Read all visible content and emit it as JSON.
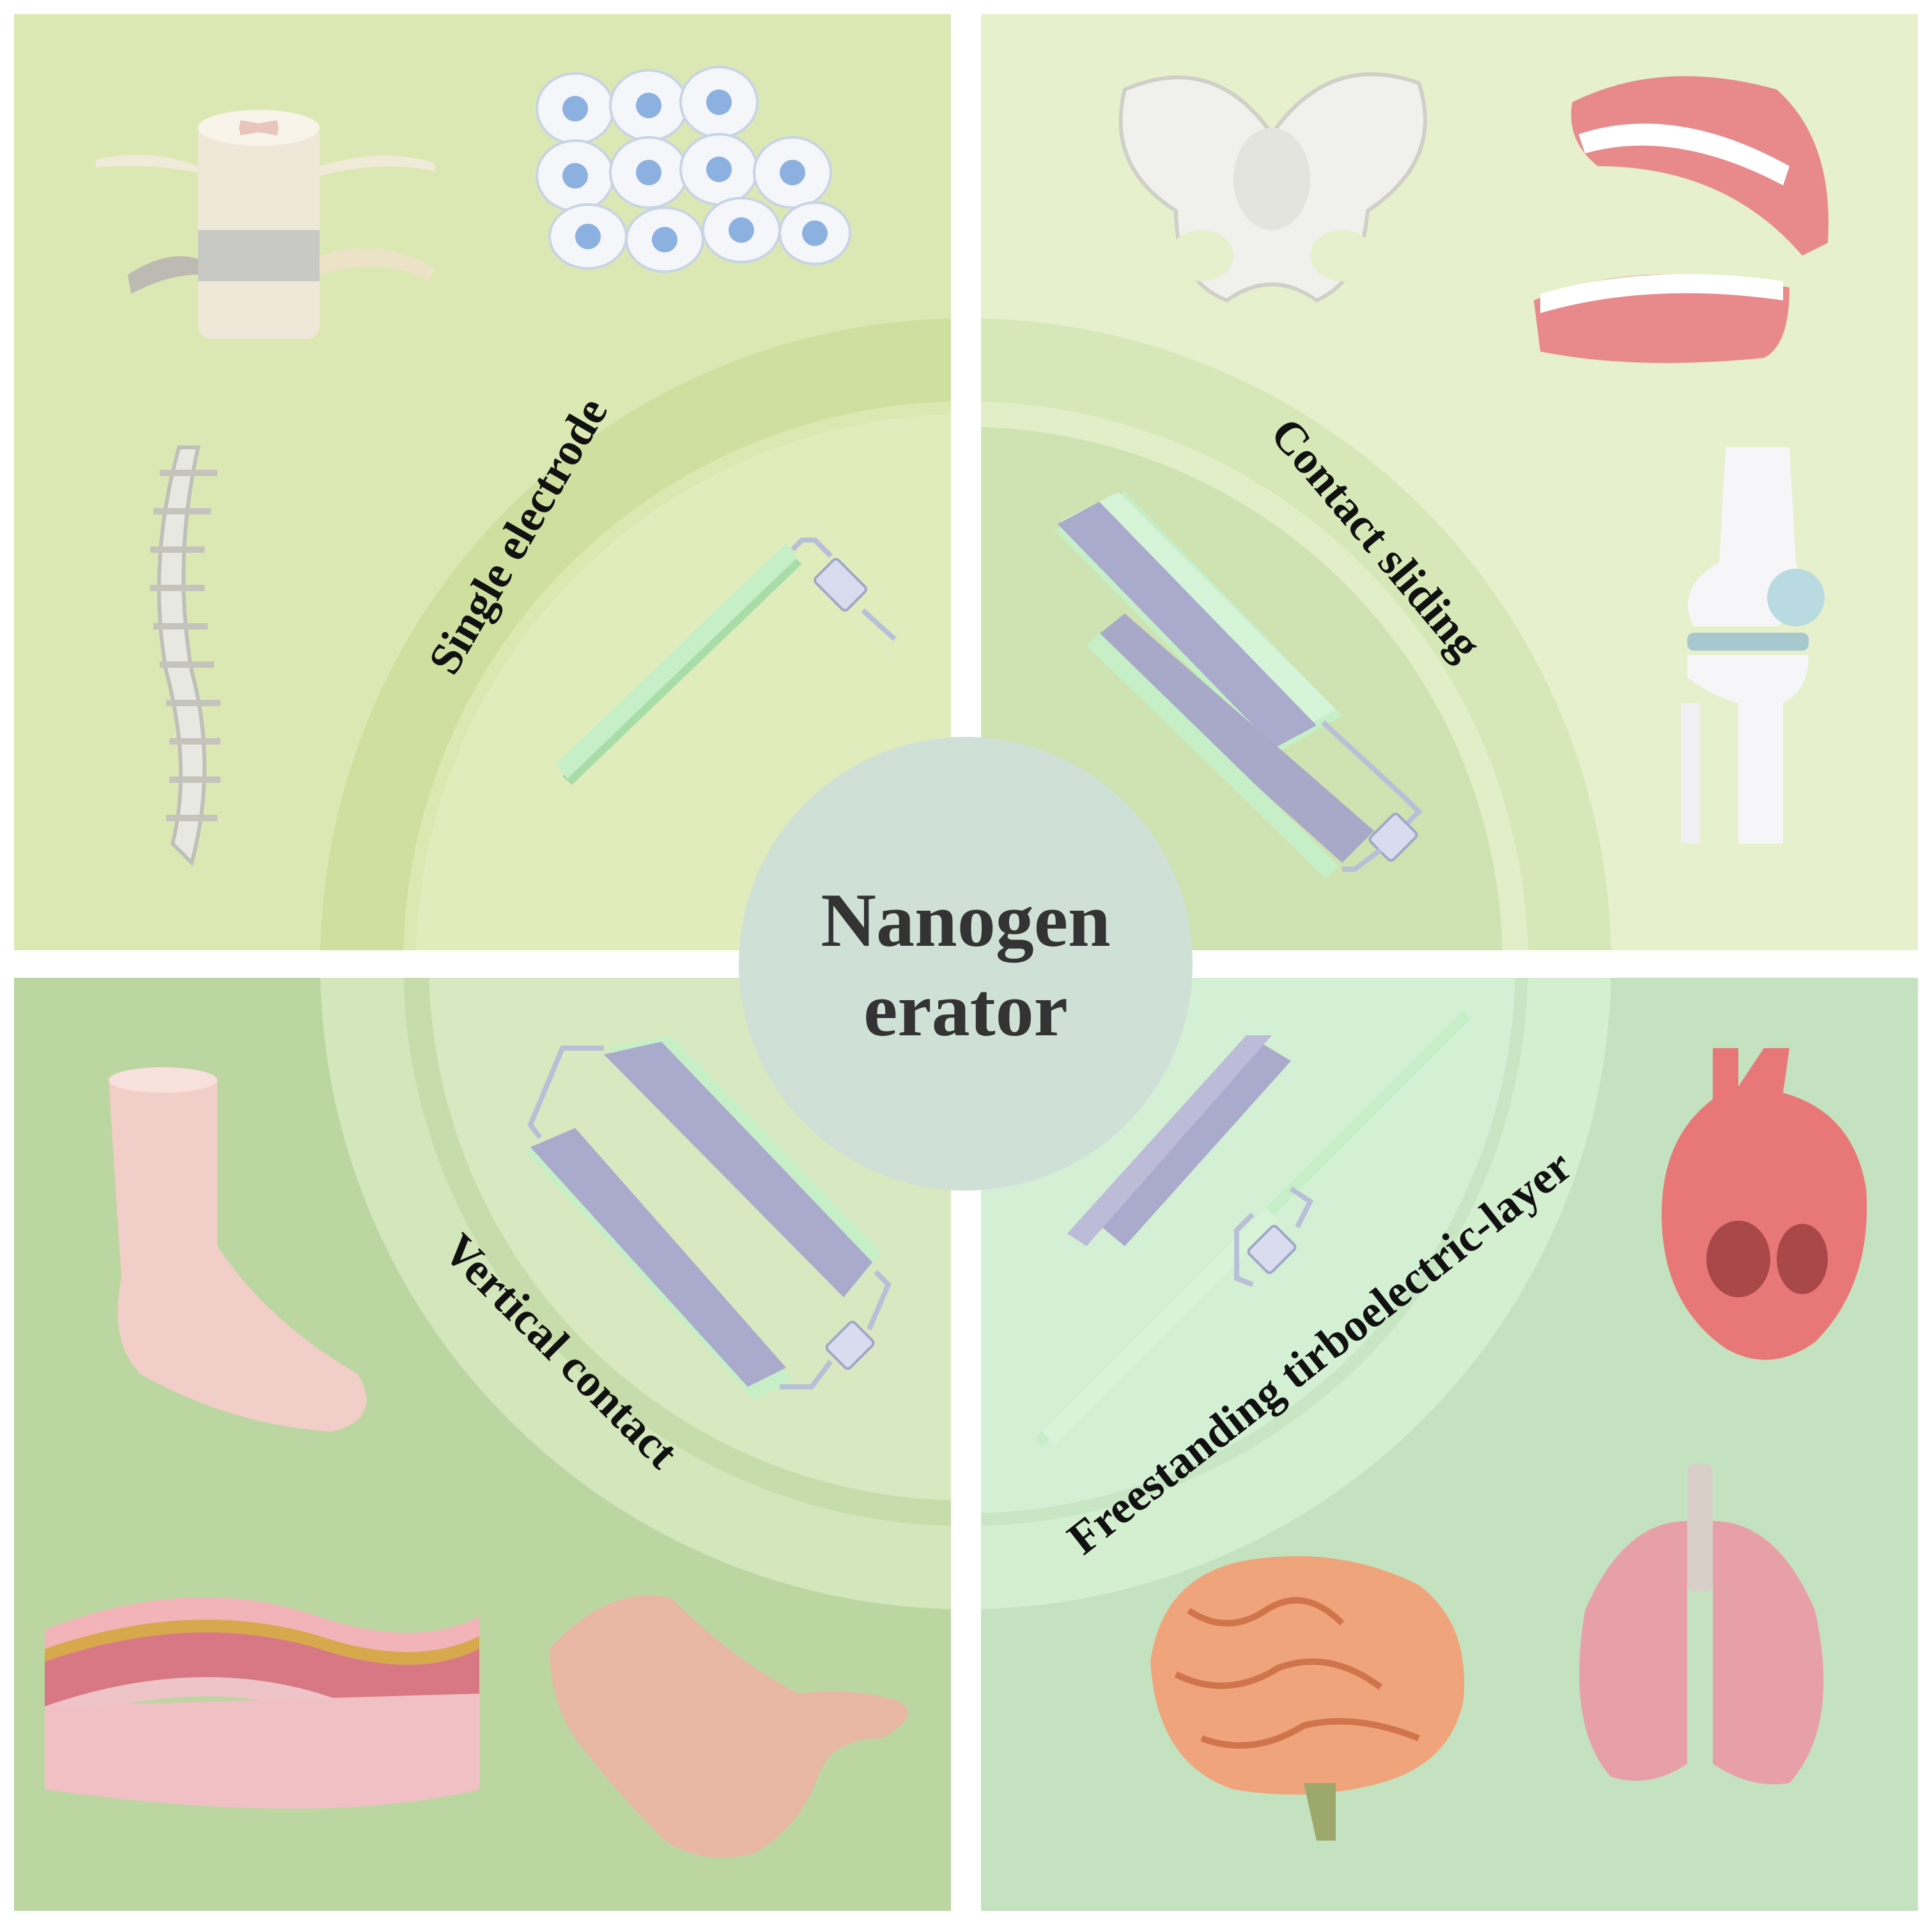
{
  "center": {
    "line1": "Nanogen",
    "line2": "erator"
  },
  "modes": {
    "single_electrode": "Single electrode",
    "contact_sliding": "Contact  sliding",
    "vertical_contact": "Vertical contact",
    "freestanding": "Freestanding  tirboelectric-layer"
  },
  "colors": {
    "quadrant_tl": "#dce8b4",
    "quadrant_tr": "#e6f0cc",
    "quadrant_bl": "#bcd6a2",
    "quadrant_br": "#c4e2c0",
    "ring_outer": "#d0e0a4",
    "ring_inner": "#e2edc0",
    "center_circle": "#cfe0d6",
    "electrode_green": "#c6efc8",
    "electrode_purple": "#aaaacc",
    "wire": "#b8c0d8"
  },
  "icons": {
    "top_left": [
      "spinal-cord-icon",
      "cells-icon",
      "spine-icon"
    ],
    "top_right": [
      "pelvis-icon",
      "teeth-icon",
      "knee-joint-icon"
    ],
    "bottom_left": [
      "foot-icon",
      "skin-layers-icon",
      "hand-icon"
    ],
    "bottom_right": [
      "heart-icon",
      "brain-icon",
      "lungs-icon"
    ]
  }
}
